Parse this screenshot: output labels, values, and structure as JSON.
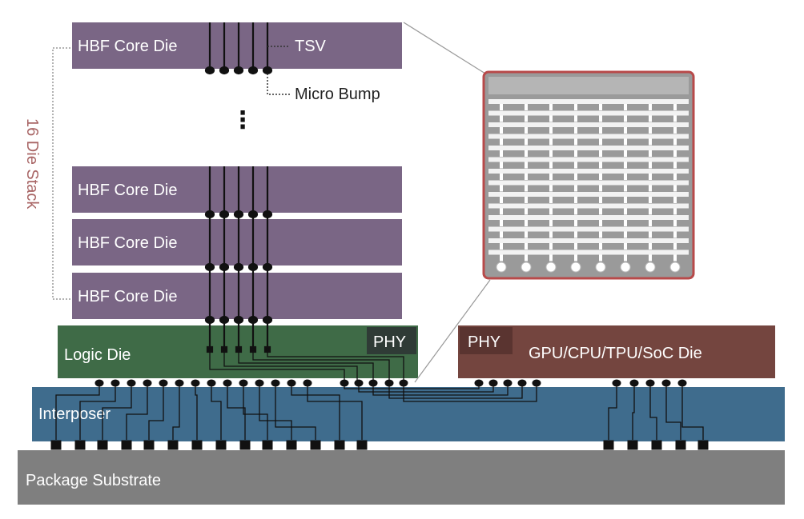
{
  "labels": {
    "core_die": "HBF Core Die",
    "tsv": "TSV",
    "micro_bump": "Micro Bump",
    "stack": "16 Die Stack",
    "logic_die": "Logic Die",
    "phy_logic": "PHY",
    "phy_soc": "PHY",
    "soc_die": "GPU/CPU/TPU/SoC Die",
    "interposer": "Interposer",
    "substrate": "Package Substrate",
    "ellipsis": "⋮"
  },
  "colors": {
    "core_die": "#7a6685",
    "logic_die": "#3f6b47",
    "soc_die": "#74453f",
    "phy_box": "#2f3b36",
    "interposer": "#3f6c8d",
    "substrate": "#7f7f7f",
    "wire": "#111111",
    "stack_bracket": "#999999",
    "stack_label": "#a86565",
    "inset_border": "#b84a4a"
  }
}
